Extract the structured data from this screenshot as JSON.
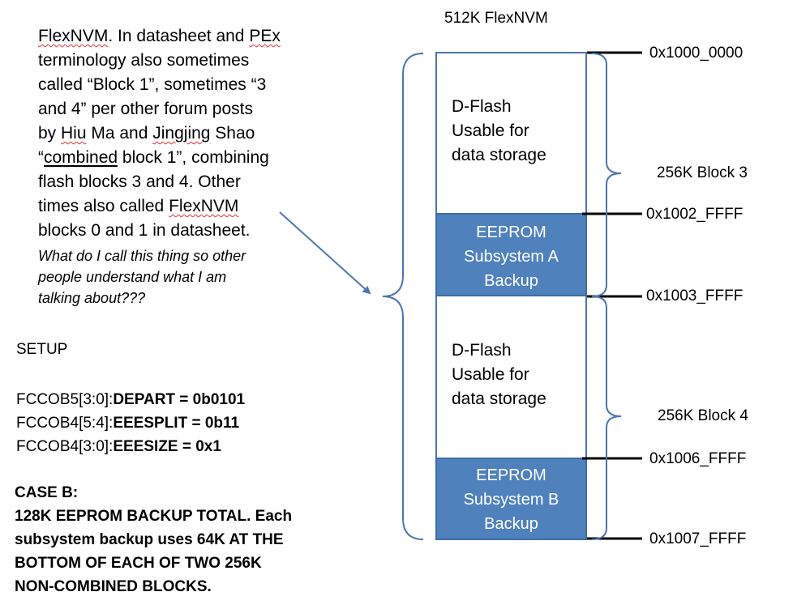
{
  "title": "512K FlexNVM",
  "description": {
    "lines": [
      {
        "parts": [
          {
            "t": "FlexNVM",
            "s": "squig"
          },
          {
            "t": ". In datasheet and ",
            "s": ""
          },
          {
            "t": "PEx",
            "s": "squig"
          }
        ]
      },
      {
        "parts": [
          {
            "t": "terminology also sometimes",
            "s": ""
          }
        ]
      },
      {
        "parts": [
          {
            "t": "called “Block 1”, sometimes “3",
            "s": ""
          }
        ]
      },
      {
        "parts": [
          {
            "t": "and 4” per other forum posts",
            "s": ""
          }
        ]
      },
      {
        "parts": [
          {
            "t": "by ",
            "s": ""
          },
          {
            "t": "Hiu",
            "s": "squig"
          },
          {
            "t": " Ma and ",
            "s": ""
          },
          {
            "t": "Jingjing",
            "s": "squig"
          },
          {
            "t": " Shao",
            "s": ""
          }
        ]
      },
      {
        "parts": [
          {
            "t": "“",
            "s": ""
          },
          {
            "t": "combined",
            "s": "uline"
          },
          {
            "t": " block 1”, combining",
            "s": ""
          }
        ]
      },
      {
        "parts": [
          {
            "t": "flash blocks 3 and 4. Other",
            "s": ""
          }
        ]
      },
      {
        "parts": [
          {
            "t": "times also called ",
            "s": ""
          },
          {
            "t": "FlexNVM",
            "s": "squig"
          }
        ]
      },
      {
        "parts": [
          {
            "t": "blocks 0 and 1 in datasheet.",
            "s": ""
          }
        ]
      }
    ],
    "question": [
      "What do I call this thing so other",
      "people understand what I am",
      "talking about???"
    ]
  },
  "setup": {
    "heading": "SETUP",
    "registers": [
      {
        "name": "FCCOB5[3:0]:",
        "value": "DEPART = 0b0101"
      },
      {
        "name": "FCCOB4[5:4]:",
        "value": "EEESPLIT = 0b11"
      },
      {
        "name": "FCCOB4[3:0]:",
        "value": "EEESIZE = 0x1"
      }
    ]
  },
  "case_b": {
    "lines": [
      "CASE B:",
      "128K EEPROM BACKUP TOTAL. Each",
      "subsystem backup uses 64K AT THE",
      "BOTTOM OF EACH OF TWO 256K",
      "NON-COMBINED BLOCKS."
    ]
  },
  "memory": {
    "dflash_lines": [
      "D-Flash",
      "Usable for",
      "data storage"
    ],
    "eeprom_a": [
      "EEPROM",
      "Subsystem A",
      "Backup"
    ],
    "eeprom_b": [
      "EEPROM",
      "Subsystem B",
      "Backup"
    ],
    "addresses": [
      "0x1000_0000",
      "0x1002_FFFF",
      "0x1003_FFFF",
      "0x1006_FFFF",
      "0x1007_FFFF"
    ],
    "blocks": [
      "256K Block 3",
      "256K Block 4"
    ]
  },
  "colors": {
    "eeprom_fill": "#4f81bd",
    "box_border": "#4a76b0",
    "arrow": "#4a76b0"
  }
}
